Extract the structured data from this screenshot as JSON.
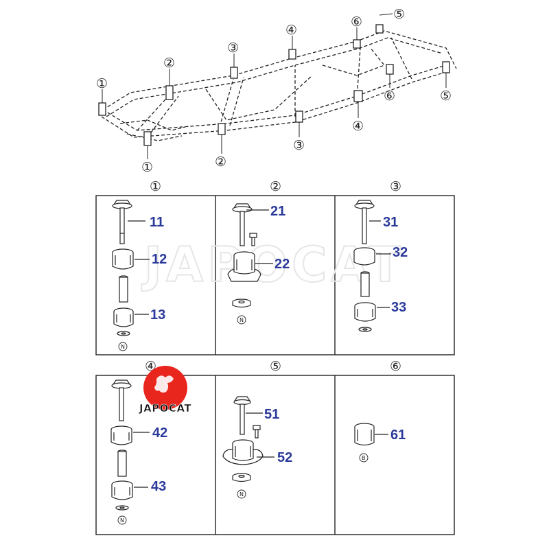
{
  "frame_callouts": [
    {
      "id": "c1a",
      "label": "①"
    },
    {
      "id": "c1b",
      "label": "①"
    },
    {
      "id": "c2a",
      "label": "②"
    },
    {
      "id": "c2b",
      "label": "②"
    },
    {
      "id": "c3a",
      "label": "③"
    },
    {
      "id": "c3b",
      "label": "③"
    },
    {
      "id": "c4a",
      "label": "④"
    },
    {
      "id": "c4b",
      "label": "④"
    },
    {
      "id": "c5a",
      "label": "⑤"
    },
    {
      "id": "c5b",
      "label": "⑤"
    },
    {
      "id": "c6a",
      "label": "⑥"
    },
    {
      "id": "c6b",
      "label": "⑥"
    }
  ],
  "panels": [
    {
      "header": "①",
      "parts": [
        "11",
        "12",
        "13"
      ],
      "note": "N"
    },
    {
      "header": "②",
      "parts": [
        "21",
        "22"
      ],
      "note": "N"
    },
    {
      "header": "③",
      "parts": [
        "31",
        "32",
        "33"
      ],
      "note": ""
    },
    {
      "header": "④",
      "parts": [
        "42",
        "43"
      ],
      "note": "N"
    },
    {
      "header": "⑤",
      "parts": [
        "51",
        "52"
      ],
      "note": "N"
    },
    {
      "header": "⑥",
      "parts": [
        "61"
      ],
      "note": "B"
    }
  ],
  "watermark": "JAPOCAT",
  "logo": {
    "text": "JAPOCAT",
    "color": "#e8261e"
  },
  "colors": {
    "part_numbers": "#2b3a9a",
    "lines": "#222222"
  }
}
